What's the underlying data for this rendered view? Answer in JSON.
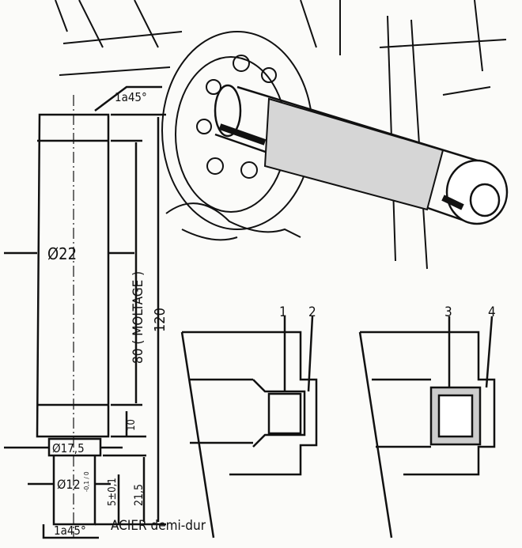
{
  "drawing": {
    "chamfer_top": "1a45°",
    "chamfer_bottom": "1a45°",
    "diameter_main": "Ø22",
    "knurl_length": "80 ( MOLTAGE )",
    "total_length": "120",
    "collar_length": "10",
    "collar_diameter": "Ø17,5",
    "pilot_diameter": "Ø12",
    "pilot_tolerance": "-0,1 / 0",
    "pilot_step": "5±0,1",
    "pilot_length": "21,5",
    "material": "ACIER demi-dur"
  },
  "callouts": [
    "1",
    "2",
    "3",
    "4"
  ],
  "colors": {
    "ink": "#111111",
    "paper": "#fbfbf9"
  }
}
